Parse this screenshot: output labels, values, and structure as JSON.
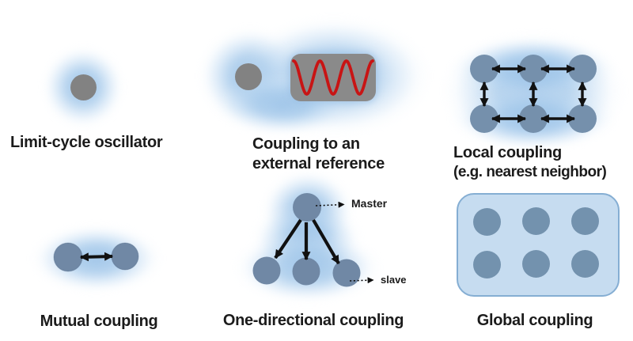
{
  "figure": {
    "type": "diagram",
    "topic": "Oscillator coupling schemes"
  },
  "colors": {
    "background": "#ffffff",
    "text": "#1b1b1b",
    "glow_blue": "#a3c8ea",
    "node_gray": "#828282",
    "node_slate": "#7590ac",
    "reference_box_gray": "#8a8a8a",
    "wave_red": "#c81414",
    "global_box_fill": "#c6dcf0",
    "global_box_border": "#85aed3",
    "arrow_black": "#111111"
  },
  "panels": {
    "limit_cycle": {
      "label": "Limit-cycle oscillator"
    },
    "external_reference": {
      "label_line1": "Coupling to an",
      "label_line2": "external reference"
    },
    "local_coupling": {
      "label_line1": "Local coupling",
      "label_line2": "(e.g. nearest neighbor)"
    },
    "mutual": {
      "label": "Mutual coupling"
    },
    "one_directional": {
      "label": "One-directional coupling",
      "master_label": "Master",
      "slave_label": "slave"
    },
    "global": {
      "label": "Global coupling"
    }
  }
}
